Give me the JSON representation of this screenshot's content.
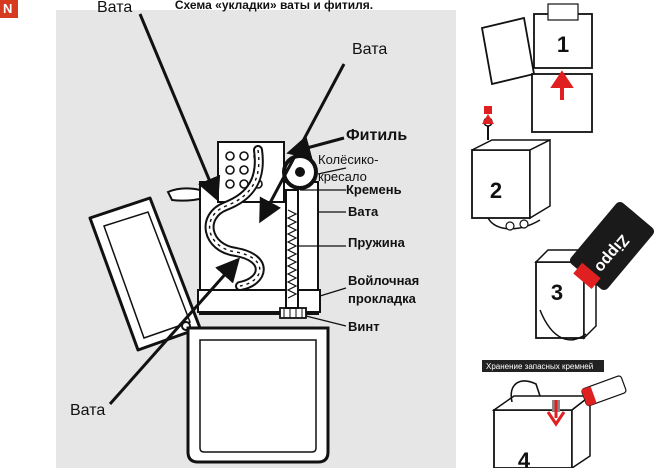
{
  "corner_badge": {
    "label": "N",
    "color": "#d63b1f"
  },
  "diagram": {
    "title": "Схема «укладки» ваты и фитиля.",
    "labels": {
      "vata_top_left": "Вата",
      "vata_top_right": "Вата",
      "fitil": "Фитиль",
      "koleso_1": "Колёсико-",
      "koleso_2": "кресало",
      "kremen": "Кремень",
      "vata_mid": "Вата",
      "pruzhina": "Пружина",
      "voilok_1": "Войлочная",
      "voilok_2": "прокладка",
      "vint": "Винт",
      "vata_bottom": "Вата"
    }
  },
  "steps": {
    "numbers": [
      "1",
      "2",
      "3",
      "4"
    ],
    "can_brand": "Zippo",
    "storage_caption": "Хранение запасных кремней",
    "accent_color": "#e02020",
    "panel_color": "#e6e6e6"
  }
}
